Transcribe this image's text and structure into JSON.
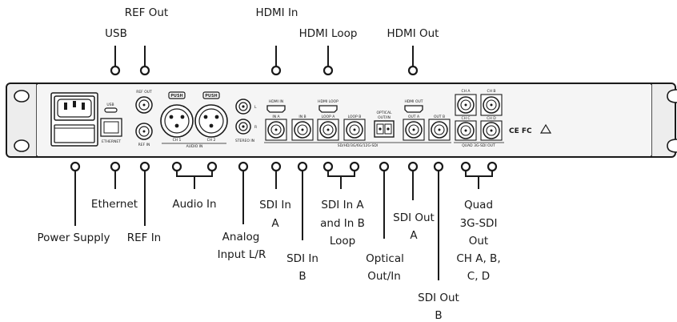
{
  "callouts_top": {
    "usb": "USB",
    "ref_out": "REF Out",
    "hdmi_in": "HDMI In",
    "hdmi_loop": "HDMI Loop",
    "hdmi_out": "HDMI Out"
  },
  "callouts_bottom": {
    "power_supply": "Power Supply",
    "ethernet": "Ethernet",
    "ref_in": "REF In",
    "audio_in": "Audio In",
    "analog_line1": "Analog",
    "analog_line2": "Input L/R",
    "sdi_in_a_1": "SDI In",
    "sdi_in_a_2": "A",
    "sdi_in_b_1": "SDI In",
    "sdi_in_b_2": "B",
    "sdi_loop_1": "SDI In A",
    "sdi_loop_2": "and In B",
    "sdi_loop_3": "Loop",
    "optical_1": "Optical",
    "optical_2": "Out/In",
    "sdi_out_a_1": "SDI Out",
    "sdi_out_a_2": "A",
    "sdi_out_b_1": "SDI Out",
    "sdi_out_b_2": "B",
    "quad_1": "Quad",
    "quad_2": "3G-SDI",
    "quad_3": "Out",
    "quad_4": "CH A, B,",
    "quad_5": "C, D"
  },
  "panel_labels": {
    "usb": "USB",
    "ethernet": "ETHERNET",
    "ref_out": "REF OUT",
    "ref_in": "REF IN",
    "push": "PUSH",
    "ch1": "CH 1",
    "ch2": "CH 2",
    "audio_in": "AUDIO IN",
    "l": "L",
    "r": "R",
    "stereo_in": "STEREO IN",
    "hdmi_in": "HDMI IN",
    "hdmi_loop": "HDMI LOOP",
    "hdmi_out": "HDMI OUT",
    "in_a": "IN A",
    "in_b": "IN B",
    "loop_a": "LOOP A",
    "loop_b": "LOOP B",
    "optical": "OPTICAL",
    "out_in": "OUT/IN",
    "out_a": "OUT A",
    "out_b": "OUT B",
    "sdi_group": "SD/HD/3G/6G/12G-SDI",
    "ch_a": "CH A",
    "ch_b": "CH B",
    "ch_c": "CH C",
    "ch_d": "CH D",
    "quad_group": "QUAD 3G-SDI OUT",
    "cert": "CE FC"
  },
  "colors": {
    "line": "#1a1a1a",
    "panel": "#f2f2f2",
    "background": "#ffffff"
  }
}
